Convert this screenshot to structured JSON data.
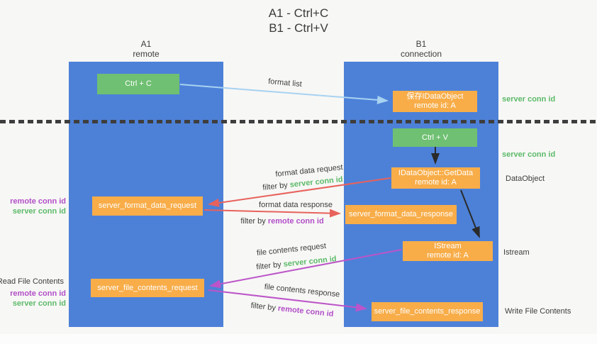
{
  "title": {
    "line1": "A1 - Ctrl+C",
    "line2": "B1 - Ctrl+V"
  },
  "columns": {
    "left": {
      "name": "A1",
      "subtitle": "remote"
    },
    "right": {
      "name": "B1",
      "subtitle": "connection"
    }
  },
  "nodes": {
    "ctrl_c": {
      "label": "Ctrl + C"
    },
    "save_idataobject": {
      "line1": "保存IDataObject",
      "line2": "remote id: A"
    },
    "ctrl_v": {
      "label": "Ctrl + V"
    },
    "getdata": {
      "line1": "IDataObject::GetData",
      "line2": "remote id: A"
    },
    "server_format_data_request": {
      "label": "server_format_data_request"
    },
    "server_format_data_response": {
      "label": "server_format_data_response"
    },
    "istream": {
      "line1": "IStream",
      "line2": "remote id: A"
    },
    "server_file_contents_request": {
      "label": "server_file_contents_request"
    },
    "server_file_contents_response": {
      "label": "server_file_contents_response"
    }
  },
  "annotations": {
    "server_conn_id_top": "server conn id",
    "server_conn_id_mid": "server conn id",
    "dataobject": "DataObject",
    "istream": "Istream",
    "write_file_contents": "Write File Contents",
    "read_file_contents": "Read File Contents",
    "left_pair_top": {
      "remote": "remote conn id",
      "server": "server conn id"
    },
    "left_pair_bottom": {
      "remote": "remote conn id",
      "server": "server conn id"
    }
  },
  "flow_labels": {
    "format_list": "format list",
    "format_data_request": "format data request",
    "format_data_response": "format data response",
    "file_contents_request": "file contents request",
    "file_contents_response": "file contents response",
    "filter_by": "filter by",
    "server_conn_id": "server conn id",
    "remote_conn_id": "remote conn id"
  },
  "colors": {
    "column_blue": "#4d81d8",
    "node_green": "#6fc072",
    "node_orange": "#f8ad49",
    "arrow_light_blue": "#a8d2f1",
    "arrow_red": "#e8625c",
    "arrow_magenta": "#bc55c9",
    "arrow_black": "#2a2a2a",
    "text_green": "#5cba69",
    "text_purple": "#b24fc8",
    "text_dark": "#3d3d3d",
    "background": "#f7f7f5"
  }
}
